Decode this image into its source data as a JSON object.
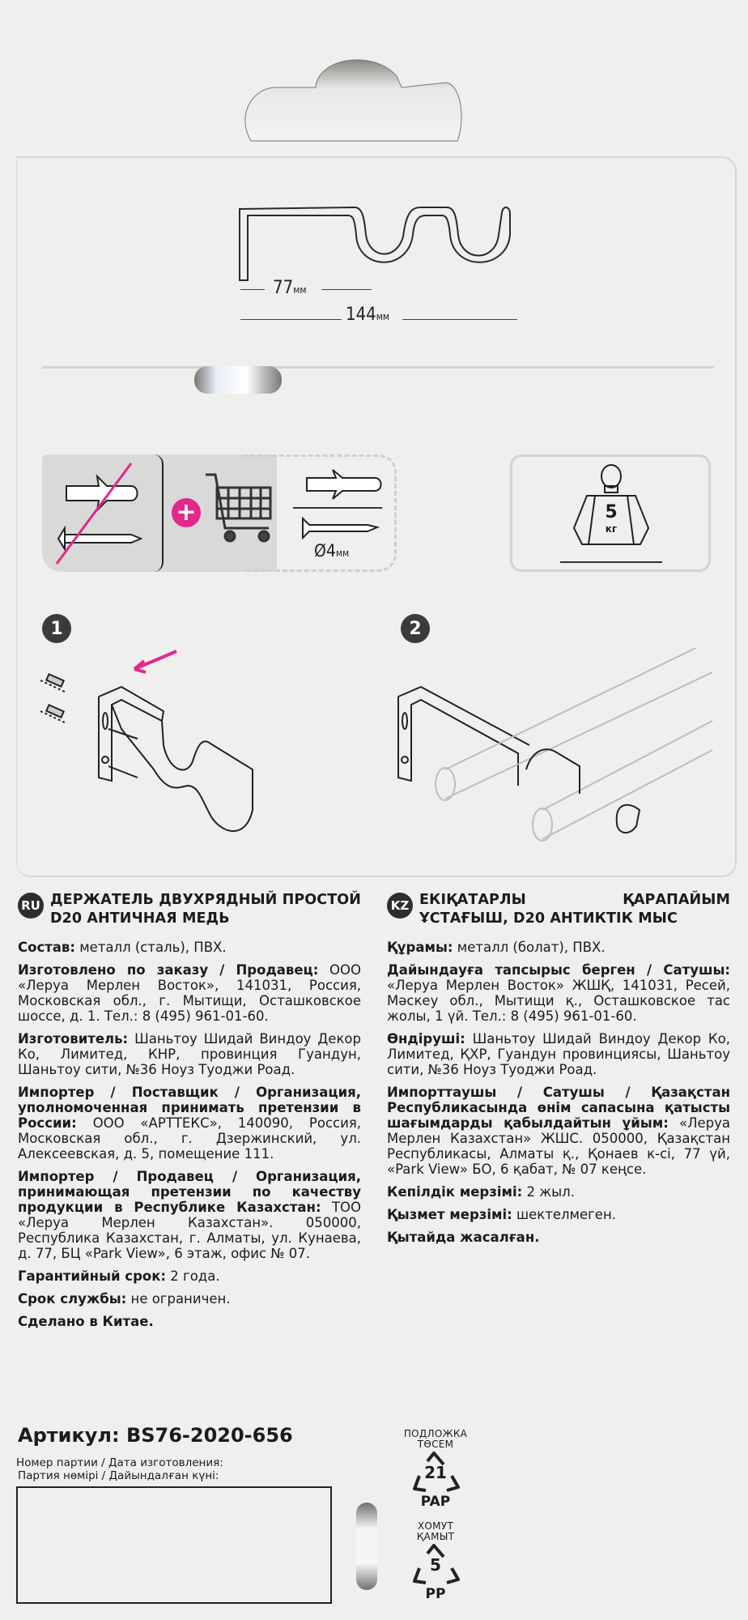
{
  "diagram": {
    "dim_inner_value": "77",
    "dim_inner_unit": "мм",
    "dim_outer_value": "144",
    "dim_outer_unit": "мм"
  },
  "accessories": {
    "not_included_icon": "dowel-and-screw-crossed-icon",
    "buy_separately_icon": "shopping-cart-icon",
    "plus_color": "#e2288a",
    "screw_diameter_value": "Ø4",
    "screw_diameter_unit": "мм"
  },
  "weight": {
    "value": "5",
    "unit": "кг"
  },
  "steps": [
    {
      "number": "1"
    },
    {
      "number": "2"
    }
  ],
  "ru": {
    "badge": "RU",
    "title": "ДЕРЖАТЕЛЬ ДВУХРЯДНЫЙ ПРОСТОЙ D20 АНТИЧНАЯ МЕДЬ",
    "paragraphs": [
      {
        "label": "Состав:",
        "text": " металл (сталь), ПВХ."
      },
      {
        "label": "Изготовлено по заказу / Продавец:",
        "text": " ООО «Леруа Мерлен Восток», 141031, Россия, Московская обл., г. Мытищи, Осташковское шоссе, д. 1. Тел.: 8 (495) 961-01-60."
      },
      {
        "label": "Изготовитель:",
        "text": " Шаньтоу Шидай Виндоу Декор Ко, Лимитед, КНР, провинция Гуандун, Шаньтоу сити, №36 Ноуз Туоджи Роад."
      },
      {
        "label": "Импортер / Поставщик / Организация, уполномоченная принимать претензии в России:",
        "text": " ООО «АРТТЕКС», 140090, Россия, Московская обл., г. Дзержинский, ул. Алексеевская, д. 5, помещение 111."
      },
      {
        "label": "Импортер / Продавец / Организация, принимающая претензии по качеству продукции в Республике Казахстан:",
        "text": " ТОО «Леруа Мерлен Казахстан». 050000, Республика Казахстан, г. Алматы, ул. Кунаева, д. 77, БЦ «Park View», 6 этаж, офис № 07."
      },
      {
        "label": "Гарантийный срок:",
        "text": " 2 года."
      },
      {
        "label": "Срок службы:",
        "text": " не ограничен."
      },
      {
        "label": "Сделано в Китае.",
        "text": ""
      }
    ]
  },
  "kz": {
    "badge": "KZ",
    "title": "ЕКІҚАТАРЛЫ ҚАРАПАЙЫМ ҰСТАҒЫШ, D20 АНТИКТІК МЫС",
    "paragraphs": [
      {
        "label": "Құрамы:",
        "text": " металл (болат), ПВХ."
      },
      {
        "label": "Дайындауға тапсырыс берген / Сатушы:",
        "text": " «Леруа Мерлен Восток» ЖШҚ, 141031, Ресей, Мәскеу обл., Мытищи қ., Осташковское тас жолы, 1 үй. Тел.: 8 (495) 961-01-60."
      },
      {
        "label": "Өндіруші:",
        "text": " Шаньтоу Шидай Виндоу Декор Ко, Лимитед, ҚХР, Гуандун провинциясы, Шаньтоу сити, №36 Ноуз Туоджи Роад."
      },
      {
        "label": "Импорттаушы / Сатушы / Қазақстан Республикасында өнім сапасына қатысты шағымдарды қабылдайтын ұйым:",
        "text": " «Леруа Мерлен Казахстан» ЖШС. 050000, Қазақстан Республикасы, Алматы қ., Қонаев к-сі, 77 үй, «Park View» БО, 6 қабат, № 07 кеңсе."
      },
      {
        "label": "Кепілдік мерзімі:",
        "text": " 2 жыл."
      },
      {
        "label": "Қызмет мерзімі:",
        "text": " шектелмеген."
      },
      {
        "label": "Қытайда жасалған.",
        "text": ""
      }
    ]
  },
  "footer": {
    "article": "Артикул: BS76-2020-656",
    "batch_label_ru": "Номер партии / Дата изготовления:",
    "batch_label_kz": "Партия нөмірі / Дайындалған күні:",
    "batch_value": "",
    "recycling": [
      {
        "label_ru": "ПОДЛОЖКА",
        "label_kz": "ТӨСЕМ",
        "number": "21",
        "code": "PAP"
      },
      {
        "label_ru": "ХОМУТ",
        "label_kz": "ҚАМЫТ",
        "number": "5",
        "code": "PP"
      }
    ]
  }
}
